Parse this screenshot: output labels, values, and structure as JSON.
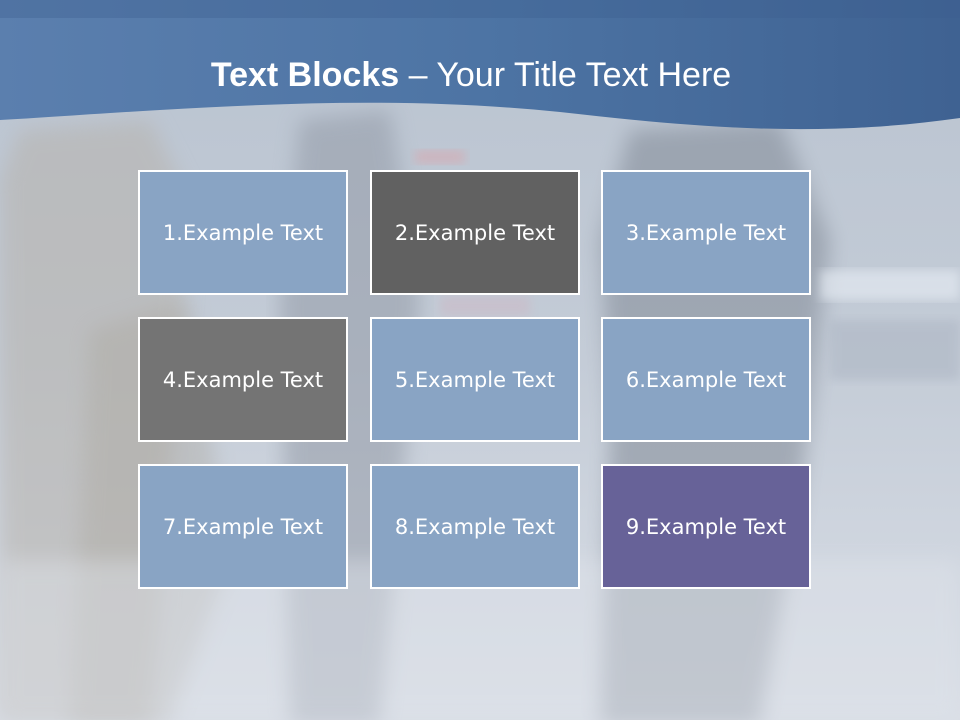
{
  "title": {
    "bold": "Text Blocks",
    "separator": " – ",
    "rest": "Your Title Text Here"
  },
  "blocks": [
    {
      "label": "1.Example Text",
      "color": "#89a4c4"
    },
    {
      "label": "2.Example Text",
      "color": "#616161"
    },
    {
      "label": "3.Example Text",
      "color": "#89a4c4"
    },
    {
      "label": "4.Example Text",
      "color": "#747474"
    },
    {
      "label": "5.Example Text",
      "color": "#89a4c4"
    },
    {
      "label": "6.Example Text",
      "color": "#89a4c4"
    },
    {
      "label": "7.Example Text",
      "color": "#89a4c4"
    },
    {
      "label": "8.Example Text",
      "color": "#89a4c4"
    },
    {
      "label": "9.Example Text",
      "color": "#676298"
    }
  ],
  "colors": {
    "header": "#4f75a3",
    "background": "#cfd6e0"
  }
}
